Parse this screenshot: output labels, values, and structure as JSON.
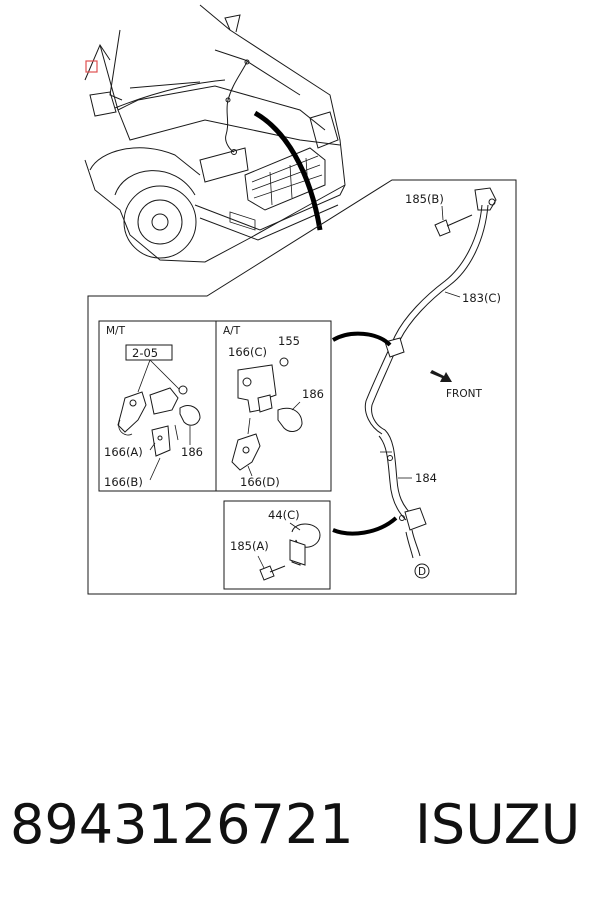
{
  "callouts": {
    "c185b": "185(B)",
    "c183c": "183(C)",
    "c184": "184",
    "front": "FRONT",
    "mt": "M/T",
    "at": "A/T",
    "ref205": "2-05",
    "c155": "155",
    "c166c": "166(C)",
    "c186_at": "186",
    "c166a": "166(A)",
    "c186_mt": "186",
    "c166b": "166(B)",
    "c166d": "166(D)",
    "c44c": "44(C)",
    "c185a": "185(A)",
    "circle_d": "D"
  },
  "caption": {
    "part_number": "8943126721",
    "brand": "ISUZU"
  },
  "colors": {
    "marker": "#e05050",
    "line": "#1a1a1a"
  }
}
